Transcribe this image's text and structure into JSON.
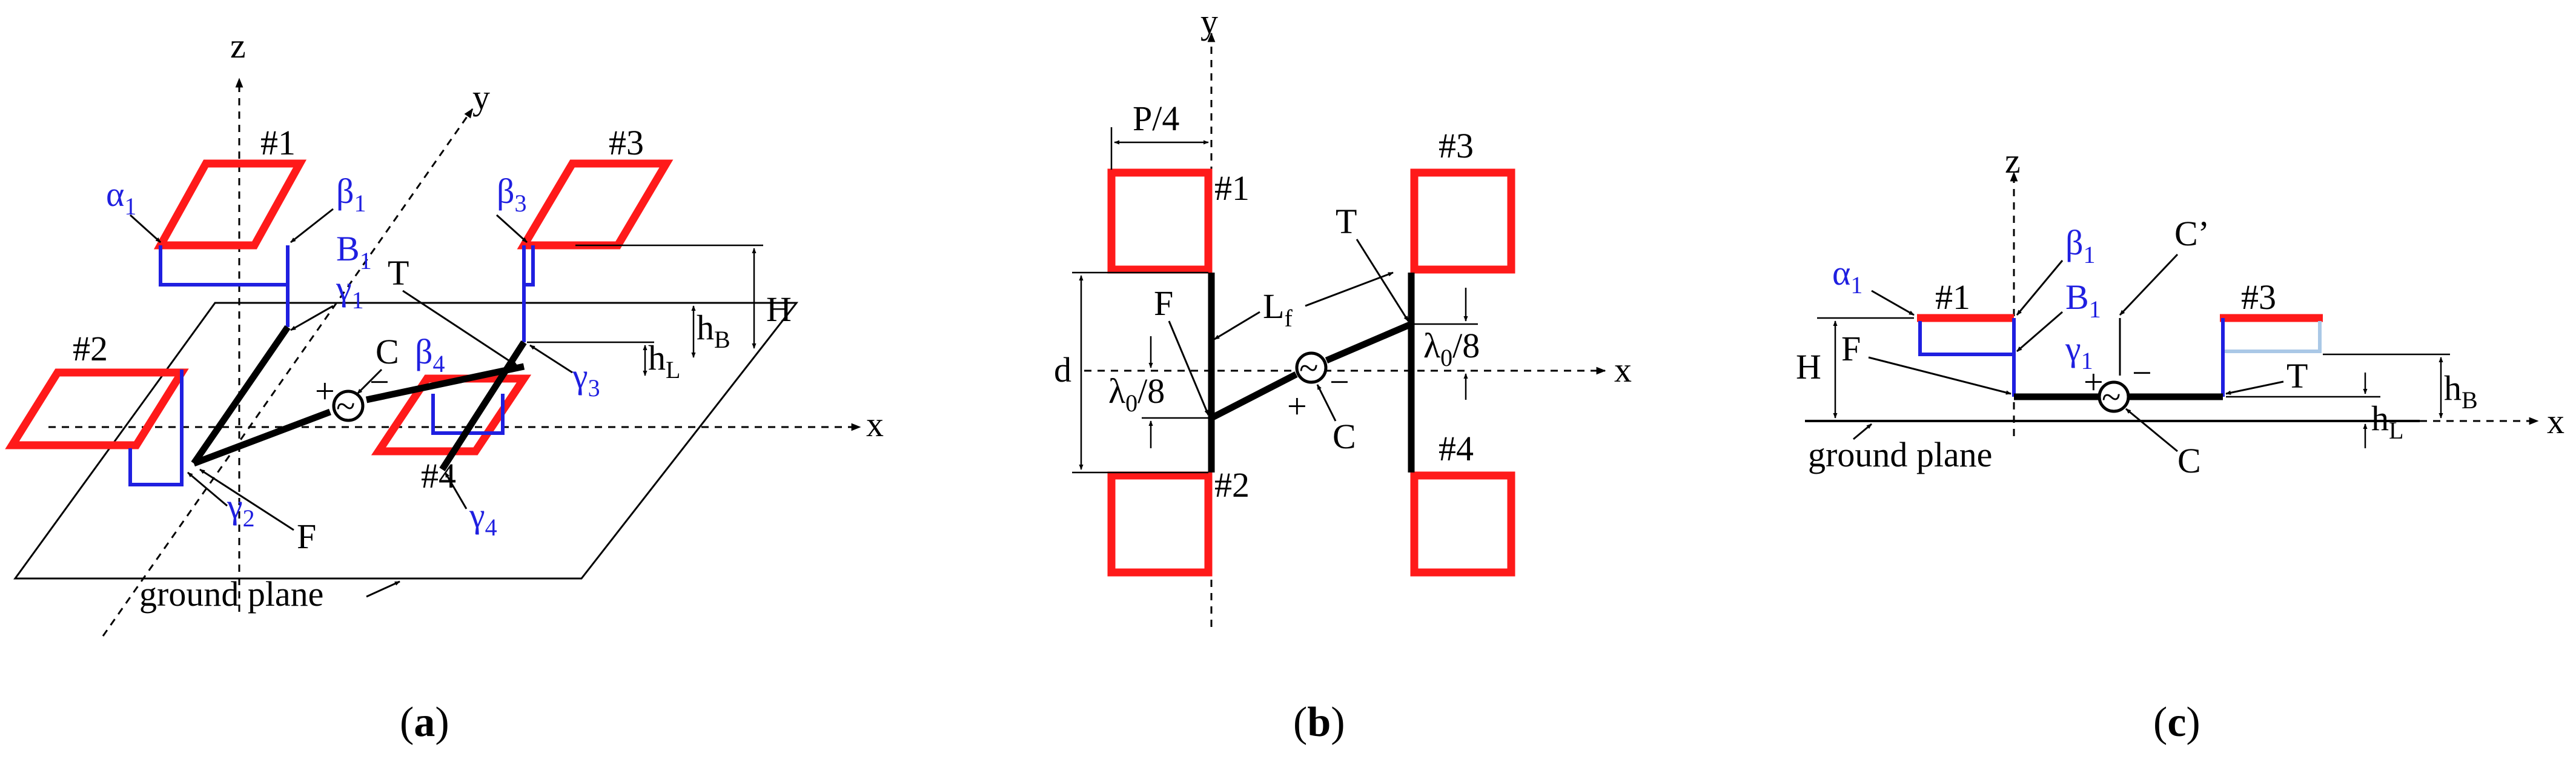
{
  "panel_a": {
    "axis_z": "z",
    "axis_y": "y",
    "axis_x": "x",
    "arm1": "#1",
    "arm2": "#2",
    "arm3": "#3",
    "arm4": "#4",
    "alpha1": "α",
    "alpha1_sub": "1",
    "beta1": "β",
    "beta1_sub": "1",
    "b1": "B",
    "b1_sub": "1",
    "gamma1": "γ",
    "gamma1_sub": "1",
    "beta3": "β",
    "beta3_sub": "3",
    "beta4": "β",
    "beta4_sub": "4",
    "gamma2": "γ",
    "gamma2_sub": "2",
    "gamma3": "γ",
    "gamma3_sub": "3",
    "gamma4": "γ",
    "gamma4_sub": "4",
    "t": "T",
    "c": "C",
    "f": "F",
    "plus": "+",
    "minus": "−",
    "source": "~",
    "h_big": "H",
    "h_b": "h",
    "h_b_sub": "B",
    "h_l": "h",
    "h_l_sub": "L",
    "ground": "ground plane",
    "caption_open": "(",
    "caption_letter": "a",
    "caption_close": ")"
  },
  "panel_b": {
    "axis_y": "y",
    "axis_x": "x",
    "arm1": "#1",
    "arm2": "#2",
    "arm3": "#3",
    "arm4": "#4",
    "p4": "P/4",
    "d": "d",
    "f": "F",
    "t": "T",
    "lf": "L",
    "lf_sub": "f",
    "lam_left": "λ",
    "lam_left_sub": "0",
    "lam_left_tail": "/8",
    "lam_right": "λ",
    "lam_right_sub": "0",
    "lam_right_tail": "/8",
    "c": "C",
    "plus": "+",
    "minus": "−",
    "source": "~",
    "caption_open": "(",
    "caption_letter": "b",
    "caption_close": ")"
  },
  "panel_c": {
    "axis_z": "z",
    "axis_x": "x",
    "alpha1": "α",
    "alpha1_sub": "1",
    "beta1": "β",
    "beta1_sub": "1",
    "b1": "B",
    "b1_sub": "1",
    "gamma1": "γ",
    "gamma1_sub": "1",
    "arm1": "#1",
    "arm3": "#3",
    "c_prime": "C’",
    "c": "C",
    "f": "F",
    "t": "T",
    "h_big": "H",
    "h_b": "h",
    "h_b_sub": "B",
    "h_l": "h",
    "h_l_sub": "L",
    "plus": "+",
    "minus": "−",
    "source": "~",
    "ground": "ground plane",
    "caption_open": "(",
    "caption_letter": "c",
    "caption_close": ")"
  },
  "colors": {
    "element": "#ff1a1a",
    "bent_wire": "#1f1fe0",
    "line": "#000000"
  }
}
